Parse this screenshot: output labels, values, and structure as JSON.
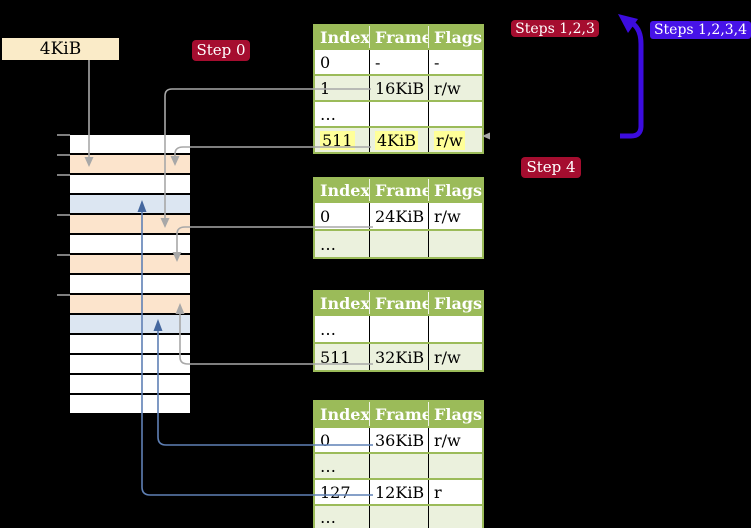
{
  "labels": {
    "size_box": "4KiB",
    "step0": "Step 0",
    "steps123": "Steps 1,2,3",
    "steps1234": "Steps 1,2,3,4",
    "step4": "Step 4"
  },
  "colors": {
    "background": "#000000",
    "cream": "#FAEBC8",
    "dark_red": "#A50D2F",
    "indigo_box": "#4713E8",
    "indigo_arrow": "#3C0CDF",
    "header_green": "#9BBB59",
    "row_green": "#EBF1DD",
    "peach": "#FCE4CC",
    "light_blue": "#DCE6F2",
    "highlight_yellow": "#FFFF99",
    "gray_line": "#A8A8A8",
    "steel_line": "#5F80B5",
    "steel_head": "#44679F",
    "tick_gray": "#7F7F7F"
  },
  "memory": {
    "rows": [
      "white",
      "peach",
      "white",
      "blue",
      "peach",
      "white",
      "peach",
      "white",
      "peach",
      "blue",
      "white",
      "white",
      "white",
      "white"
    ],
    "tick_row_indices": [
      0,
      1,
      2,
      4,
      6,
      8
    ]
  },
  "page_tables": [
    {
      "headers": [
        "Index",
        "Frame",
        "Flags"
      ],
      "rows": [
        {
          "cells": [
            "0",
            "-",
            "-"
          ]
        },
        {
          "cells": [
            "1",
            "16KiB",
            "r/w"
          ]
        },
        {
          "cells": [
            "…",
            "",
            ""
          ]
        },
        {
          "cells": [
            "511",
            "4KiB",
            "r/w"
          ],
          "highlight": true
        }
      ]
    },
    {
      "headers": [
        "Index",
        "Frame",
        "Flags"
      ],
      "rows": [
        {
          "cells": [
            "0",
            "24KiB",
            "r/w"
          ]
        },
        {
          "cells": [
            "…",
            "",
            ""
          ]
        }
      ]
    },
    {
      "headers": [
        "Index",
        "Frame",
        "Flags"
      ],
      "rows": [
        {
          "cells": [
            "…",
            "",
            ""
          ]
        },
        {
          "cells": [
            "511",
            "32KiB",
            "r/w"
          ]
        }
      ]
    },
    {
      "headers": [
        "Index",
        "Frame",
        "Flags"
      ],
      "rows": [
        {
          "cells": [
            "0",
            "36KiB",
            "r/w"
          ]
        },
        {
          "cells": [
            "…",
            "",
            ""
          ]
        },
        {
          "cells": [
            "127",
            "12KiB",
            "r"
          ]
        },
        {
          "cells": [
            "…",
            "",
            ""
          ]
        }
      ]
    }
  ],
  "connections": [
    {
      "from": "4KiB label",
      "to": "memory frame row 2",
      "color": "gray"
    },
    {
      "from": "table1 row 1 (16KiB)",
      "to": "memory frame row 5",
      "color": "gray"
    },
    {
      "from": "table1 row 511 (4KiB)",
      "to": "memory frame row 2",
      "color": "gray"
    },
    {
      "from": "table2 row 0 (24KiB)",
      "to": "memory frame row 7",
      "color": "gray"
    },
    {
      "from": "table3 row 511 (32KiB)",
      "to": "memory frame row 9",
      "color": "gray"
    },
    {
      "from": "table4 row 0 (36KiB)",
      "to": "memory frame row 10",
      "color": "steel-blue"
    },
    {
      "from": "table4 row 127 (12KiB)",
      "to": "memory frame row 4",
      "color": "steel-blue"
    },
    {
      "from": "below table1",
      "to": "top of table1",
      "color": "indigo",
      "note": "thick step-loop arrow"
    }
  ]
}
